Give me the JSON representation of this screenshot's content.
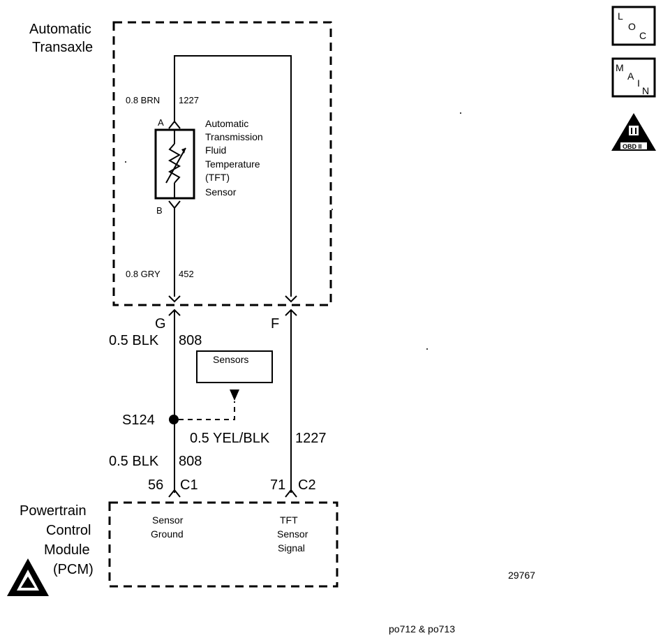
{
  "transaxle": {
    "title_line1": "Automatic",
    "title_line2": "Transaxle",
    "wire_top": {
      "size_color": "0.8 BRN",
      "circuit": "1227"
    },
    "wire_bottom": {
      "size_color": "0.8 GRY",
      "circuit": "452"
    },
    "pin_a": "A",
    "pin_b": "B",
    "sensor_label": [
      "Automatic",
      "Transmission",
      "Fluid",
      "Temperature",
      "(TFT)",
      "Sensor"
    ]
  },
  "connector_g": "G",
  "connector_f": "F",
  "wire_ground_upper": {
    "size_color": "0.5 BLK",
    "circuit": "808"
  },
  "wire_ground_lower": {
    "size_color": "0.5 BLK",
    "circuit": "808"
  },
  "wire_signal": {
    "size_color": "0.5 YEL/BLK",
    "circuit": "1227"
  },
  "sensors_box": "Sensors",
  "splice": "S124",
  "pcm_pins": {
    "left_num": "56",
    "left_conn": "C1",
    "right_num": "71",
    "right_conn": "C2"
  },
  "pcm": {
    "title": [
      "Powertrain",
      "Control",
      "Module",
      "(PCM)"
    ],
    "ground_label": [
      "Sensor",
      "Ground"
    ],
    "signal_label": [
      "TFT",
      "Sensor",
      "Signal"
    ]
  },
  "badges": {
    "loc": [
      "L",
      "O",
      "C"
    ],
    "main": [
      "M",
      "A",
      "I",
      "N"
    ],
    "obd": "OBD II"
  },
  "figure_number": "29767",
  "codes": "po712 & po713"
}
